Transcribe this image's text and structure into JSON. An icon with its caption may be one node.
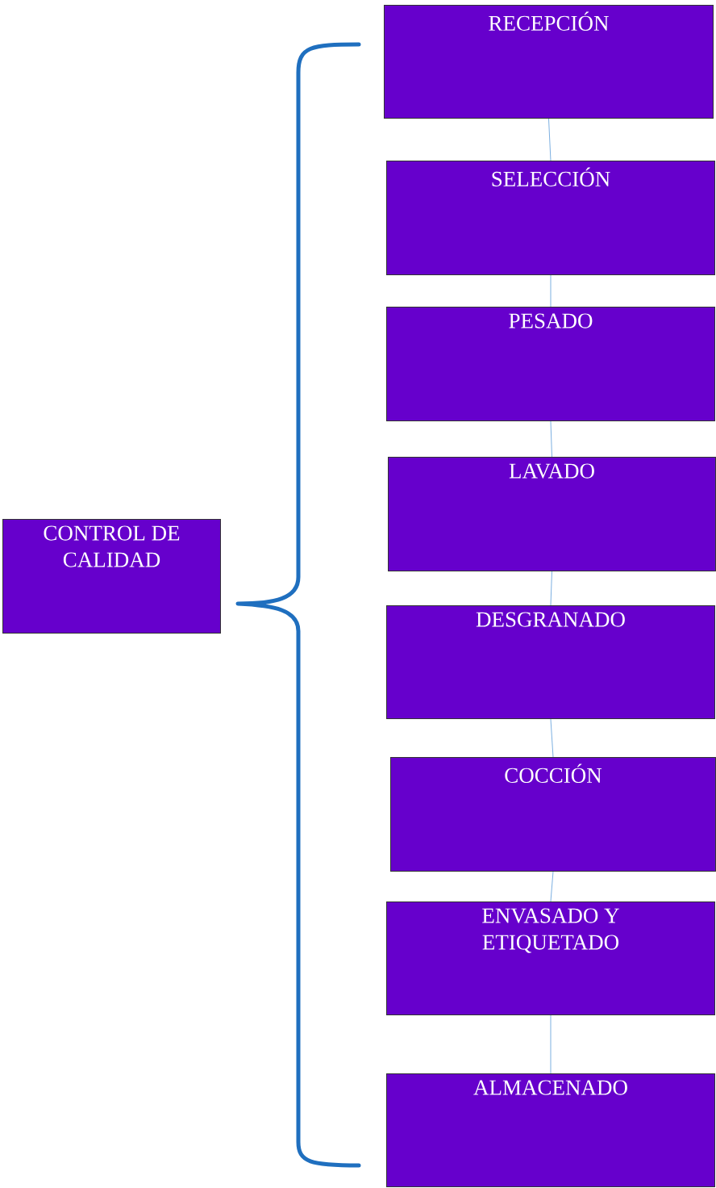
{
  "diagram": {
    "nodes": [
      {
        "text": [
          "RECEPCIÓN"
        ]
      },
      {
        "text": [
          "SELECCIÓN"
        ]
      },
      {
        "text": [
          "PESADO"
        ]
      },
      {
        "text": [
          "LAVADO"
        ]
      },
      {
        "text": [
          "DESGRANADO"
        ]
      },
      {
        "text": [
          "COCCIÓN"
        ]
      },
      {
        "text": [
          "ENVASADO Y ETIQUETADO"
        ]
      },
      {
        "text": [
          "ALMACENADO"
        ]
      },
      {
        "text": [
          "CONTROL DE CALIDAD"
        ]
      }
    ],
    "edges": [
      {
        "from": 0,
        "to": 1,
        "arrow": "none"
      },
      {
        "from": 1,
        "to": 2,
        "arrow": "none"
      },
      {
        "from": 2,
        "to": 3,
        "arrow": "none"
      },
      {
        "from": 3,
        "to": 4,
        "arrow": "none"
      },
      {
        "from": 4,
        "to": 5,
        "arrow": "none"
      },
      {
        "from": 5,
        "to": 6,
        "arrow": "none"
      },
      {
        "from": 6,
        "to": 7,
        "arrow": "none"
      }
    ]
  }
}
